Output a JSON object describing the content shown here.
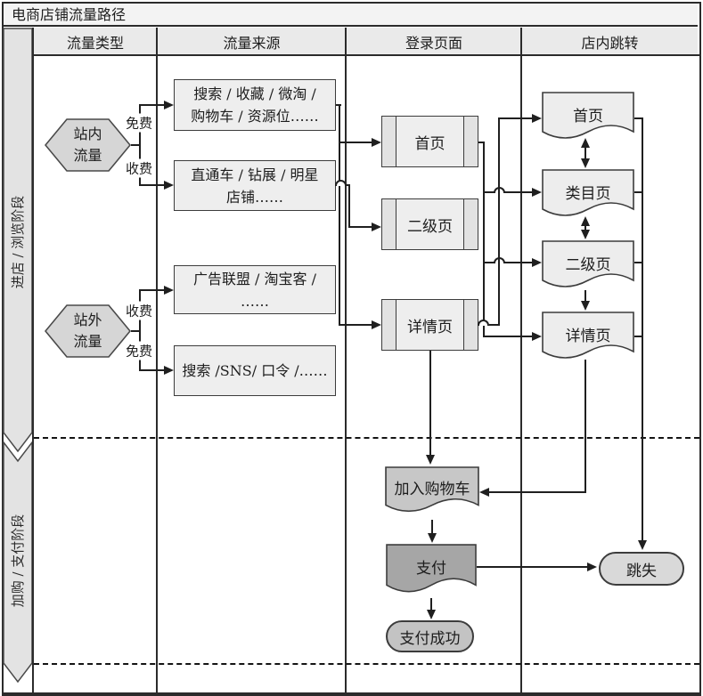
{
  "title": "电商店铺流量路径",
  "columns": [
    "流量类型",
    "流量来源",
    "登录页面",
    "店内跳转"
  ],
  "phases": [
    "进店 / 浏览阶段",
    "加购 / 支付阶段"
  ],
  "traffic_types": {
    "onsite": {
      "line1": "站内",
      "line2": "流量"
    },
    "offsite": {
      "line1": "站外",
      "line2": "流量"
    }
  },
  "edge_labels": {
    "onsite_free": "免费",
    "onsite_paid": "收费",
    "offsite_paid": "收费",
    "offsite_free": "免费"
  },
  "sources": {
    "onsite_free": {
      "line1": "搜索 / 收藏 / 微淘 /",
      "line2": "购物车 / 资源位……"
    },
    "onsite_paid": {
      "line1": "直通车 / 钻展 / 明星",
      "line2": "店铺……"
    },
    "offsite_paid": {
      "line1": "广告联盟 / 淘宝客 /",
      "line2": "……"
    },
    "offsite_free": {
      "line1": "搜索 /SNS/ 口令 /……"
    }
  },
  "login_pages": {
    "home": "首页",
    "second": "二级页",
    "detail": "详情页"
  },
  "store_pages": {
    "home": "首页",
    "category": "类目页",
    "second": "二级页",
    "detail": "详情页"
  },
  "actions": {
    "add_cart": "加入购物车",
    "pay": "支付",
    "pay_success": "支付成功",
    "bounce": "跳失"
  },
  "colors": {
    "band_fill": "#e3e3e3",
    "hex_fill": "#d6d6d6",
    "box_fill": "#eeeeee",
    "box_side_fill": "#e2e2e2",
    "doc_fill": "#ededed",
    "cart_fill": "#c7c7c7",
    "pay_fill": "#a6a6a6",
    "success_fill": "#c3c3c3",
    "bounce_fill": "#d9d9d9",
    "header_fill": "#eaeaea",
    "title_fill": "#f3f3f3",
    "line": "#1f1f1f"
  }
}
